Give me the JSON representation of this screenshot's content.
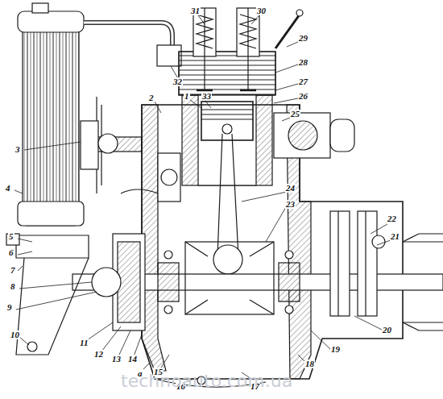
{
  "diagram": {
    "labels": [
      "31",
      "30",
      "29",
      "28",
      "27",
      "26",
      "25",
      "24",
      "23",
      "22",
      "21",
      "20",
      "19",
      "18",
      "17",
      "16",
      "15",
      "32",
      "1",
      "33",
      "2",
      "3",
      "4",
      "5",
      "6",
      "7",
      "8",
      "9",
      "10",
      "11",
      "12",
      "13",
      "14",
      "a",
      "technoauto.com.ua"
    ]
  }
}
